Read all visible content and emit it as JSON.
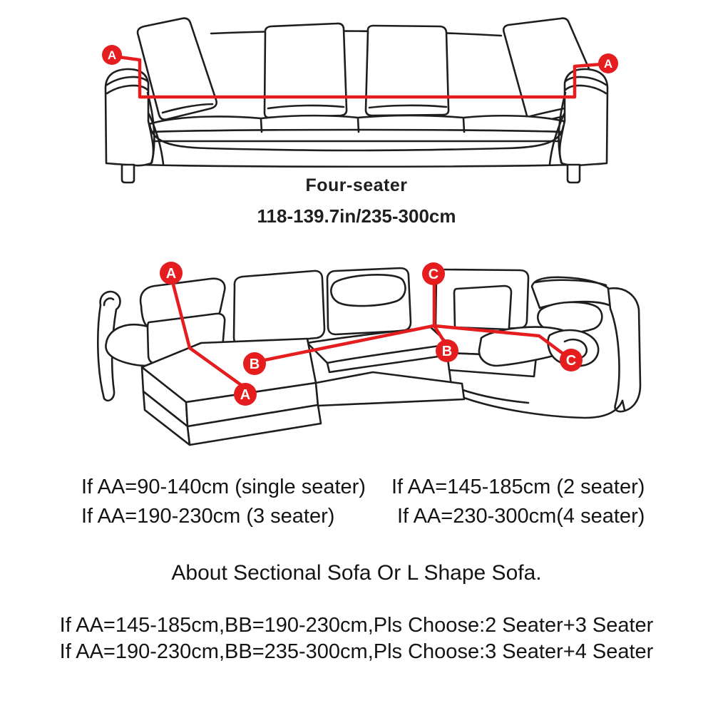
{
  "colors": {
    "accent_red": "#e51d1f",
    "line_ink": "#1e1e1e",
    "text": "#141414",
    "background": "#ffffff"
  },
  "four_seater_diagram": {
    "caption": "Four-seater",
    "size_range": "118-139.7in/235-300cm",
    "marker_left": "A",
    "marker_right": "A"
  },
  "sectional_diagram": {
    "marker_a_top": "A",
    "marker_a_bottom": "A",
    "marker_b_left": "B",
    "marker_b_right": "B",
    "marker_c_top": "C",
    "marker_c_right": "C"
  },
  "sizing_guide": {
    "row1_left": "If AA=90-140cm (single seater)",
    "row1_right": "If AA=145-185cm (2 seater)",
    "row2_left": "If AA=190-230cm (3 seater)",
    "row2_right": "If AA=230-300cm(4 seater)"
  },
  "sectional_note": {
    "heading": "About Sectional Sofa Or L Shape Sofa.",
    "line1": "If AA=145-185cm,BB=190-230cm,Pls Choose:2 Seater+3 Seater",
    "line2": "If AA=190-230cm,BB=235-300cm,Pls Choose:3 Seater+4 Seater"
  }
}
